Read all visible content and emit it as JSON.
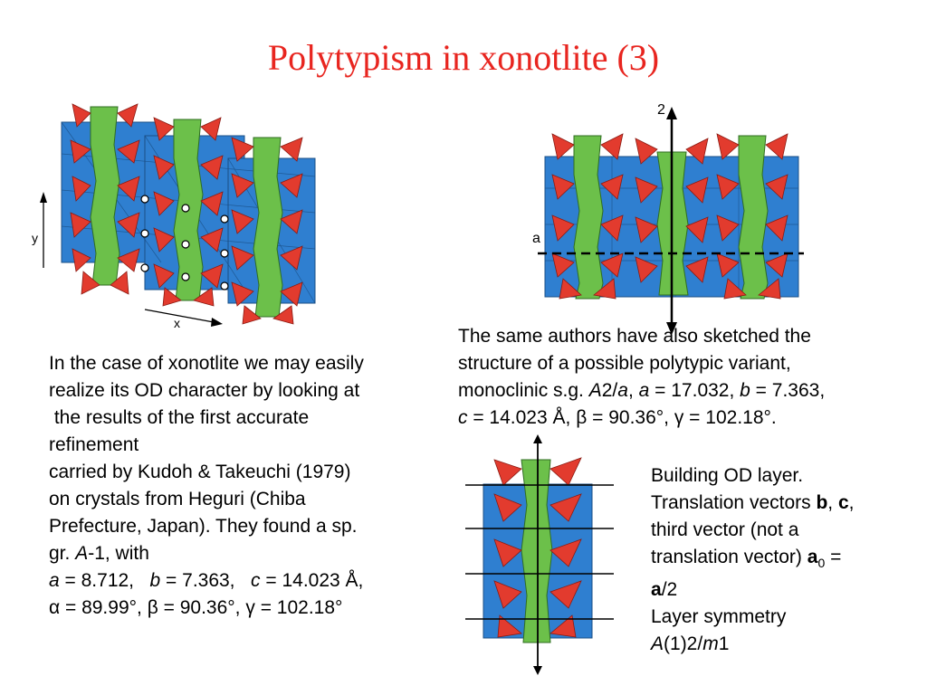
{
  "slide": {
    "title": "Polytypism in xonotlite (3)"
  },
  "figure1": {
    "axis_y": "y",
    "axis_x": "x"
  },
  "figure2": {
    "axis_2": "2",
    "axis_a": "a"
  },
  "left_text": {
    "l1": "In the case of xonotlite we may easily",
    "l2": "realize its OD character by looking at",
    "l3": " the results of the first accurate",
    "l4": "refinement",
    "l5": "carried by Kudoh & Takeuchi (1979)",
    "l6": "on crystals from Heguri (Chiba",
    "l7": "Prefecture, Japan). They found a sp.",
    "l8a": "gr. ",
    "l8b": "A",
    "l8c": "-1, with",
    "l9a": "a",
    "l9b": " = 8.712,   ",
    "l9c": "b",
    "l9d": " = 7.363,   ",
    "l9e": "c",
    "l9f": " = 14.023 Å,",
    "l10a": "α",
    "l10b": " = 89.99°, ",
    "l10c": "β",
    "l10d": " = 90.36°, ",
    "l10e": "γ",
    "l10f": " = 102.18°"
  },
  "right_text": {
    "l1": "The same authors have also sketched the",
    "l2": "structure of a possible polytypic variant,",
    "l3a": "monoclinic s.g. ",
    "l3b": "A",
    "l3c": "2/",
    "l3d": "a",
    "l3e": ", ",
    "l3f": "a",
    "l3g": " = 17.032, ",
    "l3h": "b",
    "l3i": " = 7.363,",
    "l4a": "c",
    "l4b": " = 14.023 Å, ",
    "l4c": "β",
    "l4d": " = 90.36°, ",
    "l4e": "γ",
    "l4f": " = 102.18°."
  },
  "od_text": {
    "l1": "Building OD layer.",
    "l2a": "Translation vectors ",
    "l2b": "b",
    "l2c": ", ",
    "l2d": "c",
    "l2e": ",",
    "l3": "third vector (not a",
    "l4a": "translation vector) ",
    "l4b": "a",
    "l4c": "0",
    "l4d": " =",
    "l5a": "a",
    "l5b": "/2",
    "l6": "Layer symmetry",
    "l7a": "A",
    "l7b": "(1)2/",
    "l7c": "m",
    "l7d": "1"
  },
  "colors": {
    "title": "#e8251f",
    "octahedra_blue": "#2f7fd0",
    "tetrahedra_red": "#e23b2e",
    "chain_green": "#6cc04a"
  }
}
